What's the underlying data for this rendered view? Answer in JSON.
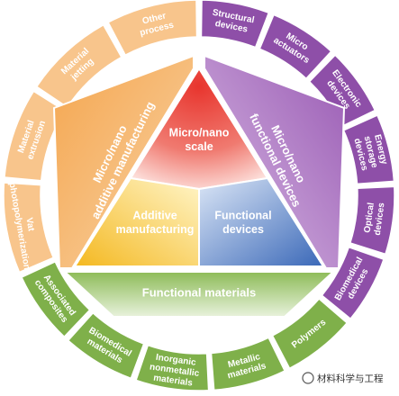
{
  "colors": {
    "orange": "#f3a24a",
    "orange_light": "#f8c58c",
    "purple": "#8e4fa8",
    "purple_light": "#c9a3d8",
    "green": "#7fb04a",
    "green_light": "#bad79a",
    "red": "#e8352e",
    "yellow": "#f4c430",
    "blue": "#4a78c2"
  },
  "center": {
    "top": [
      "Micro/nano",
      "scale"
    ],
    "left": [
      "Additive",
      "manufacturing"
    ],
    "right": [
      "Functional",
      "devices"
    ]
  },
  "panels": {
    "left": [
      "Micro/nano",
      "additive manufacturing"
    ],
    "right": [
      "Micro/nano",
      "functional devices"
    ],
    "bottom": "Functional materials"
  },
  "outer_left": [
    [
      "Vat",
      "photopolymerization"
    ],
    [
      "Material",
      "extrusion"
    ],
    [
      "Material",
      "jetting"
    ],
    [
      "Other",
      "process"
    ]
  ],
  "outer_right": [
    [
      "Structural",
      "devices"
    ],
    [
      "Micro",
      "actuators"
    ],
    [
      "Electronic",
      "devices"
    ],
    [
      "Energy",
      "storage",
      "devices"
    ],
    [
      "Optical",
      "devices"
    ],
    [
      "Biomedical",
      "devices"
    ]
  ],
  "outer_bottom": [
    [
      "Polymers"
    ],
    [
      "Metallic",
      "materials"
    ],
    [
      "Inorganic",
      "nonmetallic",
      "materials"
    ],
    [
      "Biomedical",
      "materials"
    ],
    [
      "Associated",
      "composites"
    ]
  ],
  "watermark": "材料科学与工程"
}
